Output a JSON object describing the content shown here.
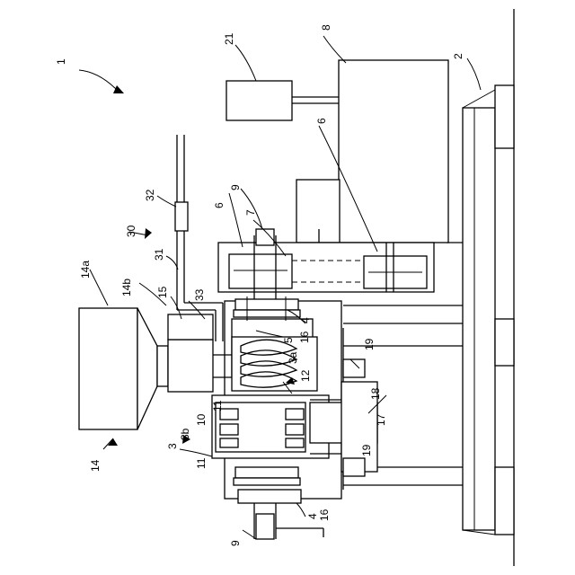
{
  "labels": {
    "l1": "1",
    "l2": "2",
    "l8": "8",
    "l21": "21",
    "l6a": "6",
    "l6b": "6",
    "l9a": "9",
    "l7": "7",
    "l32": "32",
    "l30": "30",
    "l31": "31",
    "l14a": "14a",
    "l14b": "14b",
    "l15": "15",
    "l33": "33",
    "l4a": "4",
    "l16a": "16",
    "l5": "5",
    "l3a": "3a",
    "l12": "12",
    "l19a": "19",
    "l18": "18",
    "l17": "17",
    "l19b": "19",
    "l14": "14",
    "l3b": "3b",
    "l10": "10",
    "l11a": "11",
    "l11b": "11",
    "l3": "3",
    "l16b": "16",
    "l4b": "4",
    "l9b": "9"
  }
}
